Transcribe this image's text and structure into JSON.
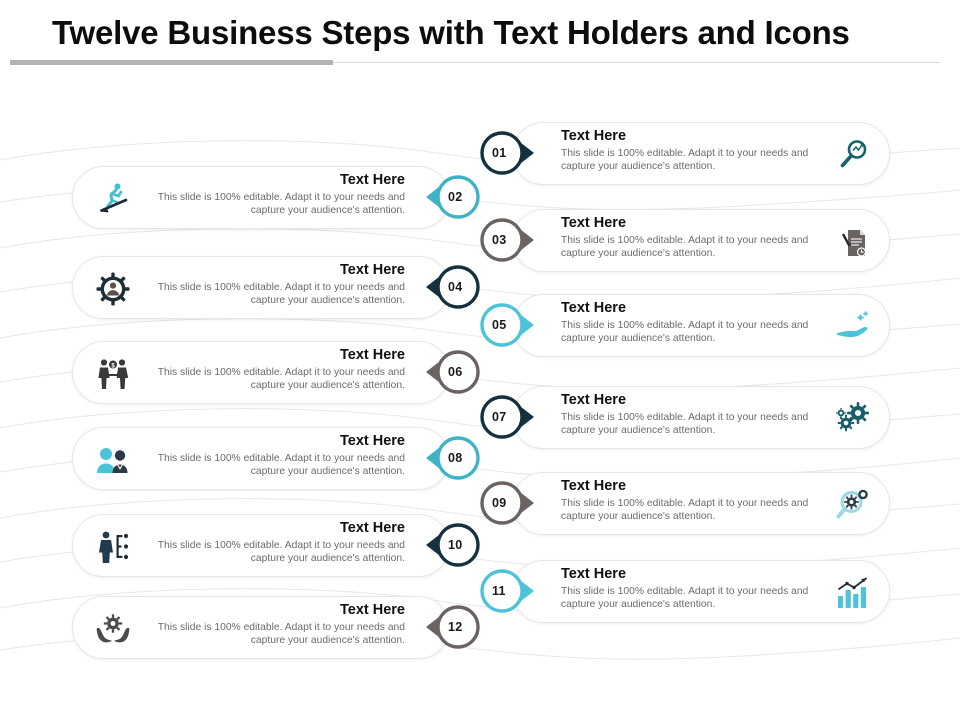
{
  "slide": {
    "title": "Twelve Business Steps with Text Holders and Icons",
    "background_color": "#ffffff",
    "rule_dark_color": "#b3b3b3",
    "rule_light_color": "#d9d9d9"
  },
  "palette": {
    "navy": "#15313f",
    "teal": "#3fb3c6",
    "gray": "#6b6361",
    "light_cyan": "#4cc3d9",
    "text_title": "#111111",
    "text_body": "#6b6b6b",
    "card_border": "#e6e6e6"
  },
  "common": {
    "heading": "Text Here",
    "body": "This slide is 100% editable. Adapt it to your needs and capture your audience's attention."
  },
  "steps": [
    {
      "number": "01",
      "side": "right",
      "color": "#15313f",
      "heading": "Text Here",
      "body": "This slide is 100% editable. Adapt it to your needs and capture your audience's attention.",
      "icon": "magnifier-search-icon",
      "icon_color": "#15616d"
    },
    {
      "number": "02",
      "side": "left",
      "color": "#3fb3c6",
      "heading": "Text Here",
      "body": "This slide is 100% editable. Adapt it to your needs and capture your audience's attention.",
      "icon": "running-person-arrow-icon",
      "icon_color": "#3fc1d1"
    },
    {
      "number": "03",
      "side": "right",
      "color": "#6b6361",
      "heading": "Text Here",
      "body": "This slide is 100% editable. Adapt it to your needs and capture your audience's attention.",
      "icon": "document-pen-icon",
      "icon_color": "#6b6361"
    },
    {
      "number": "04",
      "side": "left",
      "color": "#15313f",
      "heading": "Text Here",
      "body": "This slide is 100% editable. Adapt it to your needs and capture your audience's attention.",
      "icon": "gear-person-icon",
      "icon_color": "#1f2d36"
    },
    {
      "number": "05",
      "side": "right",
      "color": "#4cc3d9",
      "heading": "Text Here",
      "body": "This slide is 100% editable. Adapt it to your needs and capture your audience's attention.",
      "icon": "hand-plus-benefits-icon",
      "icon_color": "#4cc3d9"
    },
    {
      "number": "06",
      "side": "left",
      "color": "#6b6361",
      "heading": "Text Here",
      "body": "This slide is 100% editable. Adapt it to your needs and capture your audience's attention.",
      "icon": "people-money-exchange-icon",
      "icon_color": "#3a3a3a"
    },
    {
      "number": "07",
      "side": "right",
      "color": "#15313f",
      "heading": "Text Here",
      "body": "This slide is 100% editable. Adapt it to your needs and capture your audience's attention.",
      "icon": "gears-cluster-icon",
      "icon_color": "#1b5e6b"
    },
    {
      "number": "08",
      "side": "left",
      "color": "#3fb3c6",
      "heading": "Text Here",
      "body": "This slide is 100% editable. Adapt it to your needs and capture your audience's attention.",
      "icon": "two-avatars-icon",
      "icon_color": "#4cc3d9"
    },
    {
      "number": "09",
      "side": "right",
      "color": "#6b6361",
      "heading": "Text Here",
      "body": "This slide is 100% editable. Adapt it to your needs and capture your audience's attention.",
      "icon": "magnifier-gear-icon",
      "icon_color": "#2b3c45"
    },
    {
      "number": "10",
      "side": "left",
      "color": "#15313f",
      "heading": "Text Here",
      "body": "This slide is 100% editable. Adapt it to your needs and capture your audience's attention.",
      "icon": "person-checklist-icon",
      "icon_color": "#1f3b4d"
    },
    {
      "number": "11",
      "side": "right",
      "color": "#4cc3d9",
      "heading": "Text Here",
      "body": "This slide is 100% editable. Adapt it to your needs and capture your audience's attention.",
      "icon": "bar-chart-growth-icon",
      "icon_color": "#4cc3d9"
    },
    {
      "number": "12",
      "side": "left",
      "color": "#6b6361",
      "heading": "Text Here",
      "body": "This slide is 100% editable. Adapt it to your needs and capture your audience's attention.",
      "icon": "hands-gear-care-icon",
      "icon_color": "#4a4a4a"
    }
  ]
}
